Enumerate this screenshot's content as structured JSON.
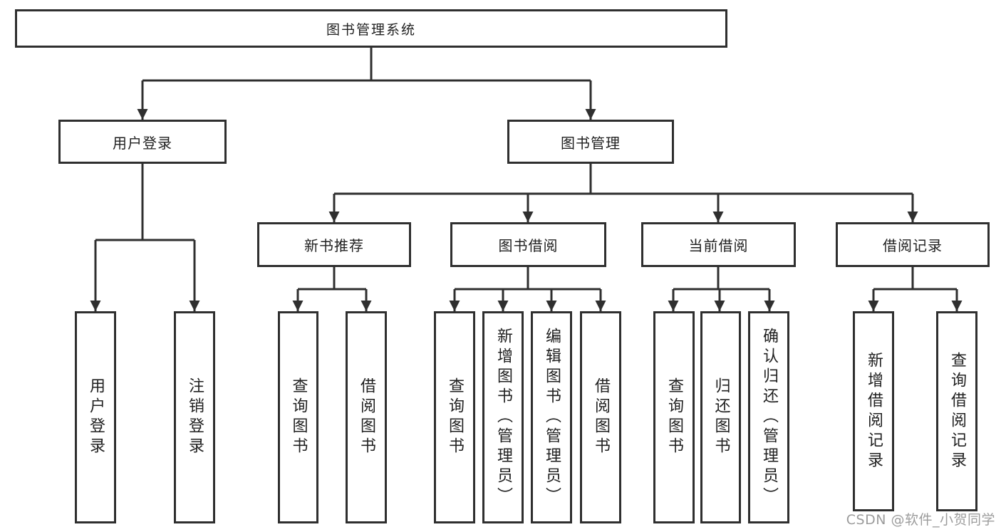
{
  "tree": {
    "root": {
      "label": "图书管理系统"
    },
    "branches": [
      {
        "label": "用户登录",
        "children": [
          {
            "label": "用户登录"
          },
          {
            "label": "注销登录"
          }
        ]
      },
      {
        "label": "图书管理",
        "children": [
          {
            "label": "新书推荐",
            "children": [
              {
                "label": "查询图书"
              },
              {
                "label": "借阅图书"
              }
            ]
          },
          {
            "label": "图书借阅",
            "children": [
              {
                "label": "查询图书"
              },
              {
                "label": "新增图书（管理员）"
              },
              {
                "label": "编辑图书（管理员）"
              },
              {
                "label": "借阅图书"
              }
            ]
          },
          {
            "label": "当前借阅",
            "children": [
              {
                "label": "查询图书"
              },
              {
                "label": "归还图书"
              },
              {
                "label": "确认归还（管理员）"
              }
            ]
          },
          {
            "label": "借阅记录",
            "children": [
              {
                "label": "新增借阅记录"
              },
              {
                "label": "查询借阅记录"
              }
            ]
          }
        ]
      }
    ]
  },
  "watermark": {
    "text": "CSDN @软件_小贺同学"
  },
  "colors": {
    "line": "#2f2f2f",
    "text": "#212121",
    "watermark": "#9c9c9c",
    "background": "#ffffff"
  }
}
